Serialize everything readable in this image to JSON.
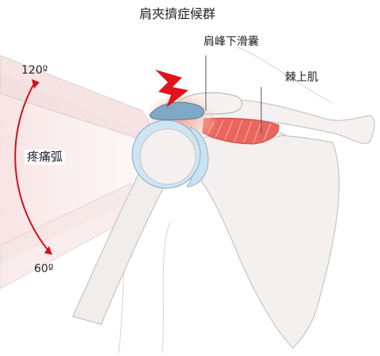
{
  "labels": {
    "title": "肩夾擠症候群",
    "bursa": "肩峰下滑囊",
    "supraspinatus": "棘上肌",
    "painful_arc": "疼痛弧",
    "angle_upper": "120º",
    "angle_lower": "60º"
  },
  "colors": {
    "arc": "#d0121b",
    "pain_glow": "#f6b6a4",
    "lightning": "#e0141c",
    "bursa": "#6f9fbf",
    "cartilage": "#c9e2f2",
    "muscle": "#e65a50",
    "bone_fill": "#f3f1f0",
    "bone_stroke": "#c9c4c2",
    "arm_zone": "#f3d6d6"
  },
  "icons": [
    "lightning-bolt-icon"
  ]
}
